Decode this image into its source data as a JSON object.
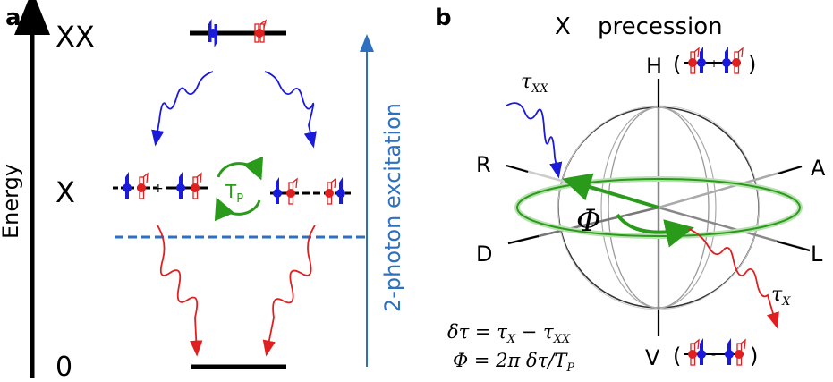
{
  "panel_a": {
    "label": "a",
    "axis_label": "Energy",
    "levels": {
      "xx": "XX",
      "x": "X",
      "ground": "0"
    },
    "plus_sign": "+",
    "minus_sign": "-",
    "tp_label": "T",
    "tp_subscript": "P",
    "excitation_label": "2-photon excitation",
    "colors": {
      "blue": "#1a1adb",
      "red": "#e02020",
      "green": "#2a9a1a",
      "excitation": "#2e70c0"
    }
  },
  "panel_b": {
    "label": "b",
    "title_x": "X",
    "title_precession": "precession",
    "poles": {
      "h": "H",
      "v": "V",
      "d": "D",
      "a": "A",
      "r": "R",
      "l": "L"
    },
    "h_sign": "+",
    "v_sign": "-",
    "tau_xx": "τ",
    "tau_xx_sub": "XX",
    "tau_x": "τ",
    "tau_x_sub": "X",
    "phi": "Φ",
    "eq1": "δτ = τ",
    "eq1_sub1": "X",
    "eq1_mid": " − τ",
    "eq1_sub2": "XX",
    "eq2": "Φ = 2π δτ/T",
    "eq2_sub": "P",
    "colors": {
      "sphere": "#444444",
      "equator": "#2a9a1a"
    }
  }
}
